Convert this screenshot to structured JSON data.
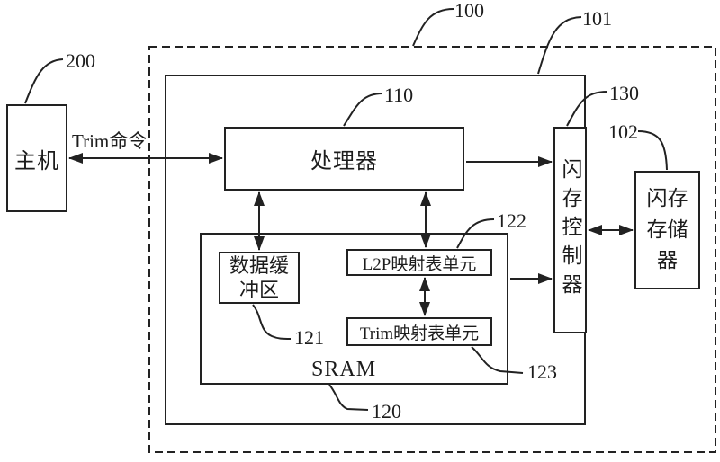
{
  "figure": {
    "refs": {
      "system": "100",
      "storage_device": "101",
      "flash_memory": "102",
      "processor": "110",
      "sram": "120",
      "data_buffer": "121",
      "l2p_unit": "122",
      "trim_unit": "123",
      "flash_controller": "130",
      "host": "200"
    },
    "nodes": {
      "host": "主机",
      "processor": "处理器",
      "data_buffer": "数据缓冲区",
      "l2p_unit": "L2P映射表单元",
      "trim_unit": "Trim映射表单元",
      "sram": "SRAM",
      "flash_controller": "闪存控制器",
      "flash_memory": "闪存存储器"
    },
    "edges": {
      "host_processor_label": "Trim命令"
    },
    "colors": {
      "line": "#222222",
      "background": "#ffffff"
    }
  }
}
